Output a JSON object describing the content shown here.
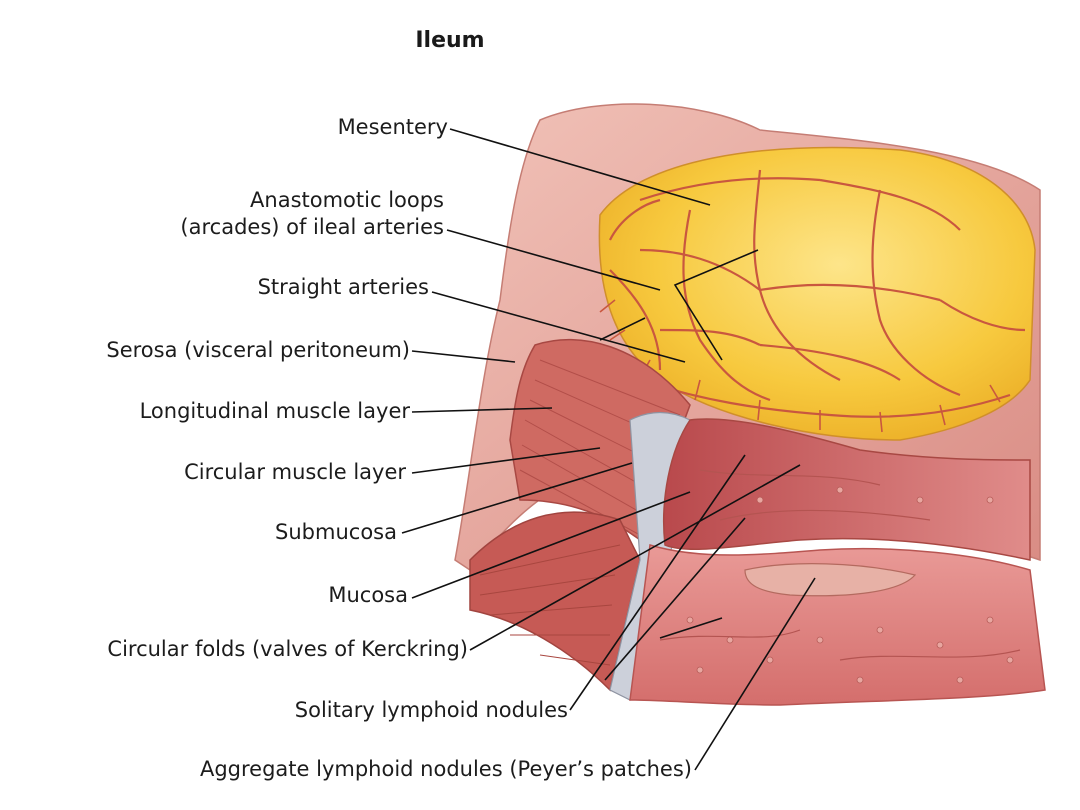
{
  "title": "Ileum",
  "labels": {
    "mesentery": "Mesentery",
    "anastomotic_line1": "Anastomotic loops",
    "anastomotic_line2": "(arcades) of ileal arteries",
    "straight_arteries": "Straight arteries",
    "serosa": "Serosa (visceral peritoneum)",
    "longitudinal_muscle": "Longitudinal muscle layer",
    "circular_muscle": "Circular muscle layer",
    "submucosa": "Submucosa",
    "mucosa": "Mucosa",
    "circular_folds": "Circular folds (valves of Kerckring)",
    "solitary_nodules": "Solitary lymphoid nodules",
    "aggregate_nodules": "Aggregate lymphoid nodules (Peyer’s patches)"
  },
  "colors": {
    "fat": "#f6c333",
    "fat_light": "#fbe07a",
    "vessel": "#c9573f",
    "serosa": "#e8a49a",
    "muscle": "#c85a52",
    "submucosa": "#c9ccd6",
    "mucosa": "#de7c7b",
    "leader": "#111111"
  }
}
